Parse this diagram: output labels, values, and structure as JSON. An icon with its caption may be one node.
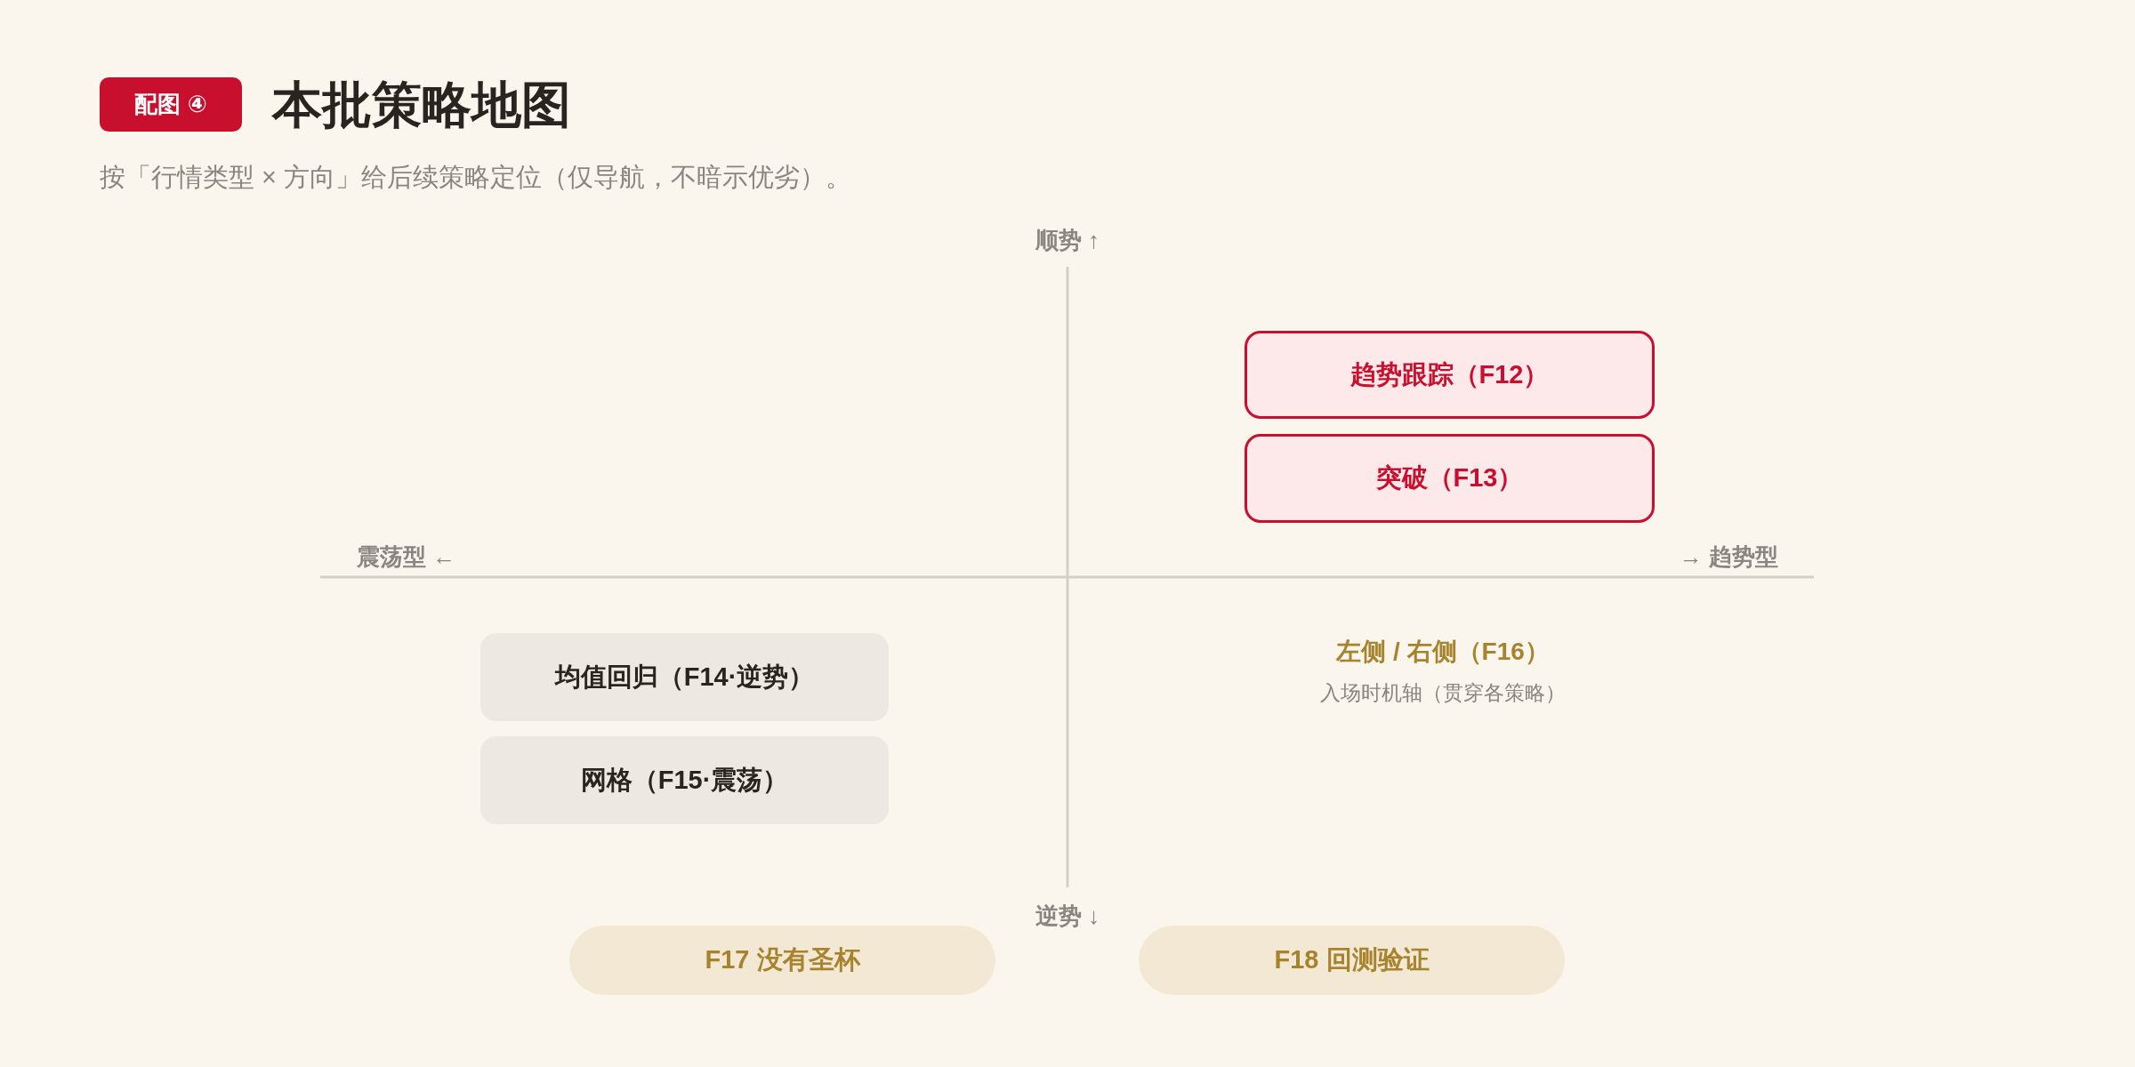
{
  "diagram": {
    "title": "本批策略地图",
    "nodes": [
      {
        "text": [
          "趋势跟踪（F12）"
        ]
      },
      {
        "text": [
          "突破（F13）"
        ]
      },
      {
        "text": [
          "均值回归（F14·逆势）"
        ]
      },
      {
        "text": [
          "网格（F15·震荡）"
        ]
      },
      {
        "text": [
          "F17 没有圣杯"
        ]
      },
      {
        "text": [
          "F18 回测验证"
        ]
      }
    ],
    "labels": [
      "配图 ④",
      "按「行情类型 × 方向」给后续策略定位（仅导航，不暗示优劣）。",
      "顺势 ↑",
      "震荡型 ←",
      "→ 趋势型",
      "左侧 / 右侧（F16）",
      "入场时机轴（贯穿各策略）",
      "逆势 ↓"
    ]
  }
}
